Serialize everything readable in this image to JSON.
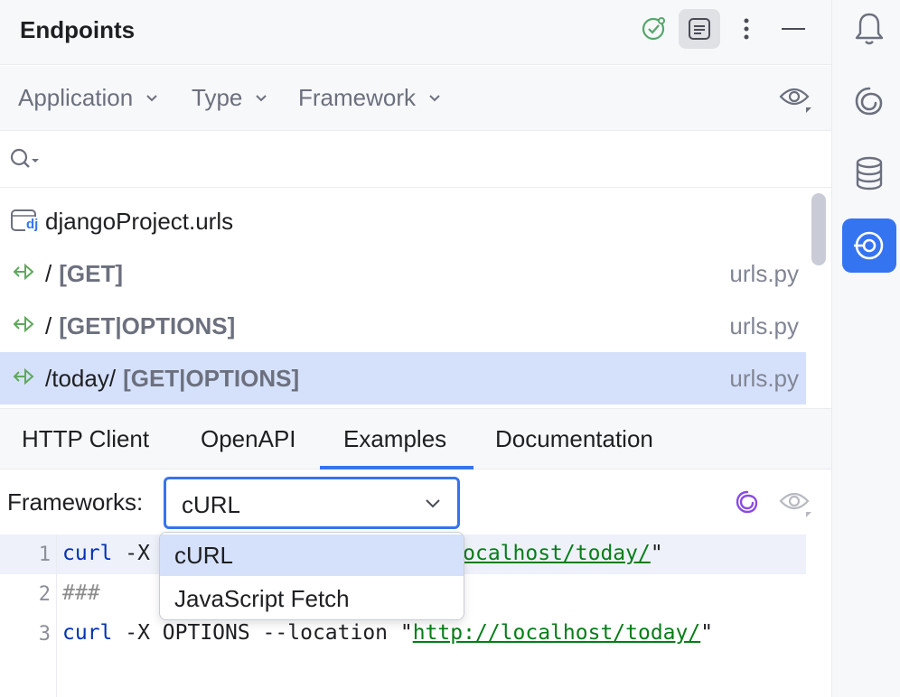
{
  "header": {
    "title": "Endpoints",
    "icons": [
      "target-check-icon",
      "preview-toggle-icon",
      "more-vertical-icon",
      "minimize-icon"
    ]
  },
  "filters": {
    "items": [
      {
        "label": "Application"
      },
      {
        "label": "Type"
      },
      {
        "label": "Framework"
      }
    ],
    "view_icon": "eye-icon"
  },
  "search": {
    "value": "",
    "placeholder": ""
  },
  "list": {
    "group": {
      "label": "djangoProject.urls",
      "badge": "dj"
    },
    "rows": [
      {
        "path": "/",
        "method": "[GET]",
        "file": "urls.py",
        "selected": false
      },
      {
        "path": "/",
        "method": "[GET|OPTIONS]",
        "file": "urls.py",
        "selected": false
      },
      {
        "path": "/today/",
        "method": "[GET|OPTIONS]",
        "file": "urls.py",
        "selected": true
      }
    ]
  },
  "tabs": [
    {
      "label": "HTTP Client"
    },
    {
      "label": "OpenAPI"
    },
    {
      "label": "Examples",
      "active": true
    },
    {
      "label": "Documentation"
    }
  ],
  "frameworks": {
    "label": "Frameworks:",
    "selected": "cURL",
    "options": [
      "cURL",
      "JavaScript Fetch"
    ]
  },
  "editor": {
    "lines": [
      {
        "num": "1",
        "kw": "curl",
        "rest": " -X GET --location \"",
        "url": "http://localhost/today/",
        "end": "\""
      },
      {
        "num": "2",
        "comment": "###"
      },
      {
        "num": "3",
        "kw": "curl",
        "rest": " -X OPTIONS --location \"",
        "url": "http://localhost/today/",
        "end": "\""
      }
    ]
  },
  "sidebar_right": {
    "icons": [
      "notifications-bell-icon",
      "ai-assistant-icon",
      "database-icon",
      "endpoints-icon"
    ],
    "active": "endpoints-icon"
  },
  "colors": {
    "accent": "#3574f0",
    "selection": "#d5e1fb",
    "string_green": "#067d17",
    "keyword_blue": "#0033b3"
  }
}
